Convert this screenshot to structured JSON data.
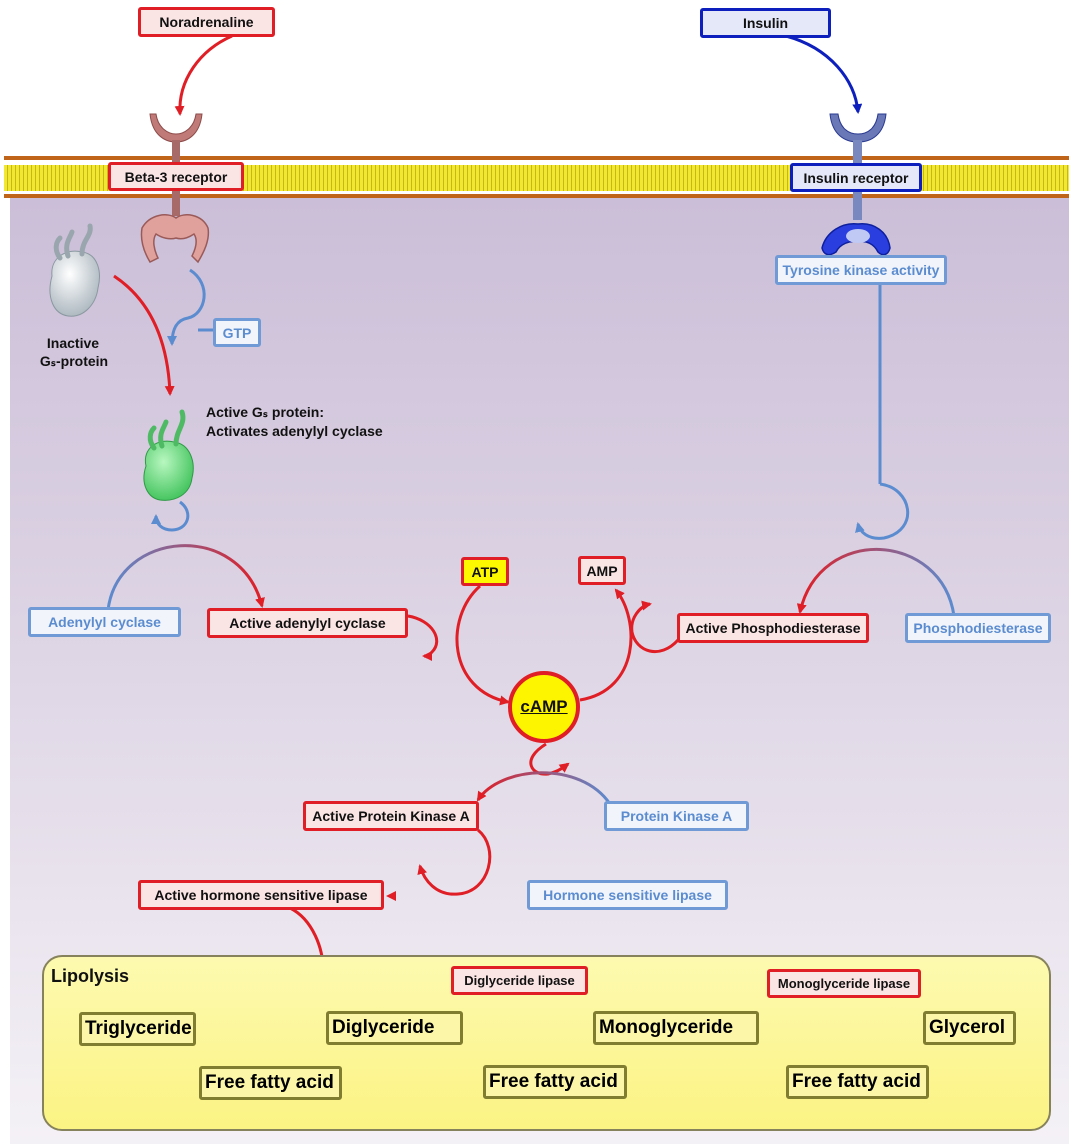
{
  "signals": {
    "noradrenaline": "Noradrenaline",
    "insulin": "Insulin"
  },
  "receptors": {
    "beta3": "Beta-3 receptor",
    "insulin": "Insulin receptor"
  },
  "left_pathway": {
    "gtp": "GTP",
    "inactive_g_line1": "Inactive",
    "inactive_g_line2": "Gₛ-protein",
    "active_g_line1": "Active Gₛ protein:",
    "active_g_line2": "Activates adenylyl cyclase",
    "adenylyl_cyclase": "Adenylyl cyclase",
    "active_adenylyl_cyclase": "Active adenylyl cyclase"
  },
  "center": {
    "atp": "ATP",
    "amp": "AMP",
    "camp": "cAMP",
    "active_pka": "Active Protein Kinase A",
    "pka": "Protein Kinase A",
    "active_hsl": "Active hormone sensitive lipase",
    "hsl": "Hormone sensitive lipase"
  },
  "right_pathway": {
    "tyrosine_kinase": "Tyrosine kinase activity",
    "active_pde": "Active Phosphodiesterase",
    "pde": "Phosphodiesterase"
  },
  "lipolysis": {
    "title": "Lipolysis",
    "triglyceride": "Triglyceride",
    "diglyceride": "Diglyceride",
    "monoglyceride": "Monoglyceride",
    "glycerol": "Glycerol",
    "ffa1": "Free fatty acid",
    "ffa2": "Free fatty acid",
    "ffa3": "Free fatty acid",
    "diglyceride_lipase": "Diglyceride lipase",
    "monoglyceride_lipase": "Monoglyceride lipase"
  },
  "colors": {
    "activation_red": "#e01e25",
    "insulin_blue": "#0d1fbd",
    "inactive_blue": "#6f9ad6",
    "membrane_yellow": "#f2e830",
    "lipolysis_yellow": "#fbf383",
    "camp_yellow": "#fdf500"
  }
}
